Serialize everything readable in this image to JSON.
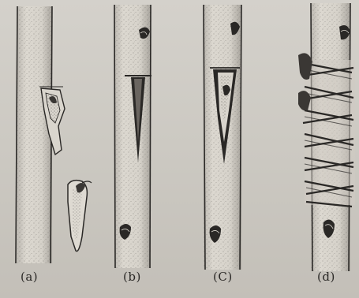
{
  "panels": [
    {
      "id": "a",
      "label": "(a)"
    },
    {
      "id": "b",
      "label": "(b)"
    },
    {
      "id": "c",
      "label": "(C)"
    },
    {
      "id": "d",
      "label": "(d)"
    }
  ],
  "colors": {
    "ink": "#2a2826",
    "stem_fill": "#d8d4cc",
    "paper": "#ccc9c2"
  }
}
